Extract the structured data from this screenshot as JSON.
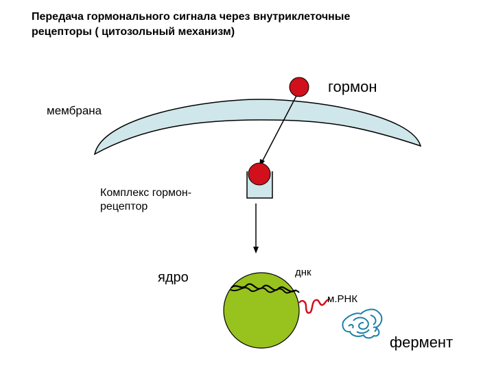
{
  "title": {
    "line1": "Передача гормонального сигнала через внутриклеточные",
    "line2": "рецепторы ( цитозольный механизм)"
  },
  "labels": {
    "hormone": "гормон",
    "membrane": "мембрана",
    "complex_line1": "Комплекс гормон-",
    "complex_line2": "рецептор",
    "nucleus": "ядро",
    "dna": "днк",
    "mrna": "м.РНК",
    "enzyme": "фермент"
  },
  "colors": {
    "hormone": "#d0101a",
    "membrane": "#cfe6ea",
    "receptor": "#cfe6ea",
    "nucleus": "#98c21d",
    "mrna": "#d0101a",
    "enzyme": "#1a7fa8",
    "outline": "#000000"
  }
}
